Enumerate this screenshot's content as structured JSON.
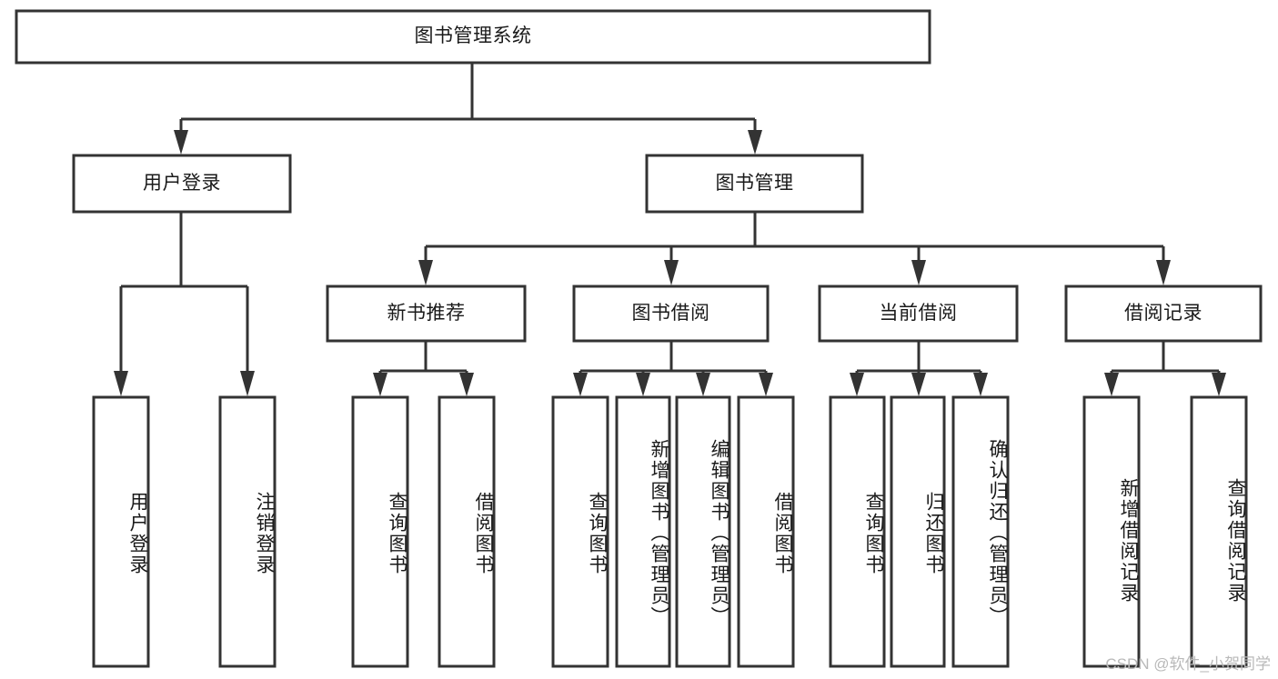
{
  "diagram": {
    "type": "tree-hierarchy",
    "title": "图书管理系统",
    "orientation": "top-down",
    "watermark": "CSDN @软件_小贺同学",
    "colors": {
      "background": "#ffffff",
      "stroke": "#333333",
      "box_fill": "#ffffff",
      "text": "#1a1a1a",
      "watermark": "#b9b9b9"
    },
    "nodes": {
      "root": {
        "label": "图书管理系统",
        "level": 1
      },
      "l2": [
        {
          "id": "user-login",
          "label": "用户登录",
          "level": 2
        },
        {
          "id": "book-manage",
          "label": "图书管理",
          "level": 2
        }
      ],
      "l3": [
        {
          "id": "new-book-recommend",
          "label": "新书推荐",
          "level": 3
        },
        {
          "id": "book-borrow",
          "label": "图书借阅",
          "level": 3
        },
        {
          "id": "current-borrow",
          "label": "当前借阅",
          "level": 3
        },
        {
          "id": "borrow-record",
          "label": "借阅记录",
          "level": 3
        }
      ],
      "leaves": {
        "user-login": [
          {
            "id": "leaf-user-login",
            "label": "用户登录"
          },
          {
            "id": "leaf-user-logout",
            "label": "注销登录"
          }
        ],
        "new-book-recommend": [
          {
            "id": "leaf-query-book-1",
            "label": "查询图书"
          },
          {
            "id": "leaf-borrow-book-1",
            "label": "借阅图书"
          }
        ],
        "book-borrow": [
          {
            "id": "leaf-query-book-2",
            "label": "查询图书"
          },
          {
            "id": "leaf-add-book",
            "label": "新增图书（管理员）"
          },
          {
            "id": "leaf-edit-book",
            "label": "编辑图书（管理员）"
          },
          {
            "id": "leaf-borrow-book-2",
            "label": "借阅图书"
          }
        ],
        "current-borrow": [
          {
            "id": "leaf-query-book-3",
            "label": "查询图书"
          },
          {
            "id": "leaf-return-book",
            "label": "归还图书"
          },
          {
            "id": "leaf-confirm-return",
            "label": "确认归还（管理员）"
          }
        ],
        "borrow-record": [
          {
            "id": "leaf-add-borrow-record",
            "label": "新增借阅记录"
          },
          {
            "id": "leaf-query-borrow-record",
            "label": "查询借阅记录"
          }
        ]
      }
    }
  }
}
